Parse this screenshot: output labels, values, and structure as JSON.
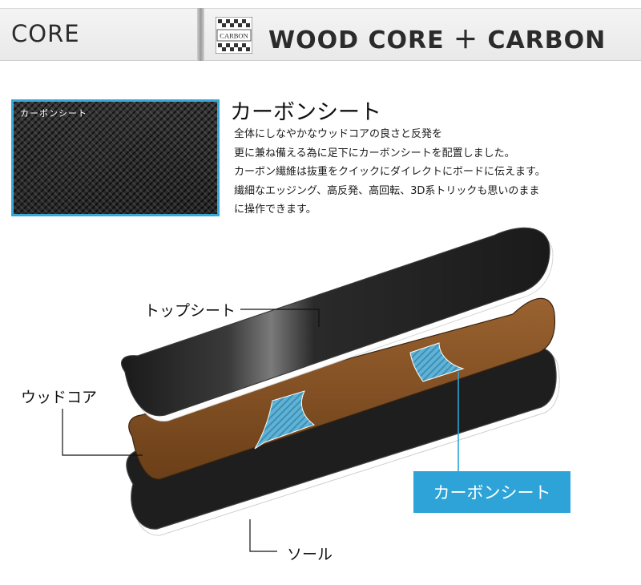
{
  "header": {
    "left_label": "CORE",
    "right_label": "WOOD CORE ＋ CARBON",
    "badge_text": "CARBON",
    "badge_icon": "checkered-carbon-icon"
  },
  "swatch": {
    "label": "カーボンシート"
  },
  "description": {
    "title": "カーボンシート",
    "lines": [
      "全体にしなやかなウッドコアの良さと反発を",
      "更に兼ね備える為に足下にカーボンシートを配置しました。",
      "カーボン繊維は抜重をクイックにダイレクトにボードに伝えます。",
      "繊細なエッジング、高反発、高回転、3D系トリックも思いのまま",
      "に操作できます。"
    ]
  },
  "diagram": {
    "labels": {
      "top_sheet": "トップシート",
      "wood_core": "ウッドコア",
      "sole": "ソール",
      "carbon_sheet": "カーボンシート"
    }
  },
  "colors": {
    "accent_blue": "#2da3d8",
    "wood_brown": "#7a4a20",
    "board_black": "#1c1c1c"
  }
}
